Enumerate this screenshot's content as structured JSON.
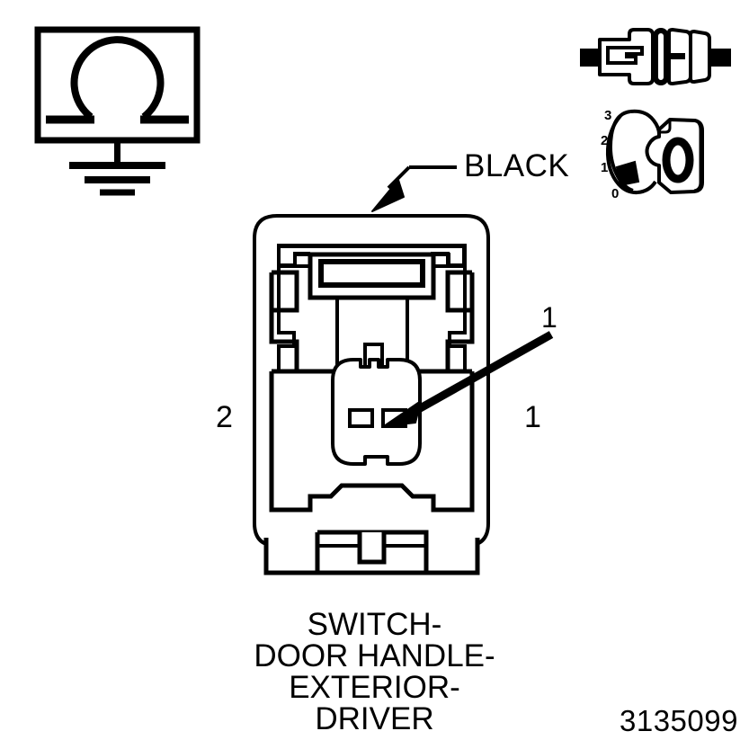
{
  "diagram": {
    "title_caption_lines": [
      "SWITCH-",
      "DOOR HANDLE-",
      "EXTERIOR-",
      "DRIVER"
    ],
    "part_number": "3135099",
    "color_label": "BLACK",
    "pin_left": "2",
    "pin_right": "1",
    "callout_terminal": "1",
    "scale_marks": [
      "3",
      "2",
      "1",
      "0"
    ],
    "icons": {
      "ground_symbol": "ohm-ground-symbol",
      "connector_profile": "connector-side-view-icon",
      "connector_size_gauge": "connector-size-gauge-icon",
      "main_connector": "connector-face-view"
    },
    "colors": {
      "stroke": "#000000",
      "fill": "#ffffff",
      "background": "#ffffff"
    }
  }
}
